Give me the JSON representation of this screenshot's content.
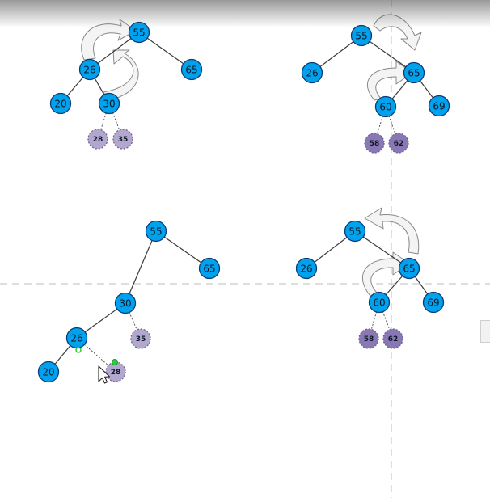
{
  "colors": {
    "node_fill": "#00a2ed",
    "node_stroke": "#0a3b78",
    "node_text": "#0b1a2a",
    "ghost_light_fill": "#b3a7cd",
    "ghost_dark_fill": "#8a78b5",
    "ghost_stroke": "#6e6490",
    "edge": "#3a3a3a",
    "arrow_fill": "#f4f4f4",
    "arrow_stroke": "#888888",
    "guide": "#bdbdbd",
    "cursor": "#ffffff",
    "handle": "#2ecc40"
  },
  "diagrams": [
    {
      "id": "top-left",
      "nodes": [
        {
          "key": "n55",
          "label": "55",
          "style": "solid"
        },
        {
          "key": "n26",
          "label": "26",
          "style": "solid"
        },
        {
          "key": "n65",
          "label": "65",
          "style": "solid"
        },
        {
          "key": "n20",
          "label": "20",
          "style": "solid"
        },
        {
          "key": "n30",
          "label": "30",
          "style": "solid"
        },
        {
          "key": "n28",
          "label": "28",
          "style": "ghost-light"
        },
        {
          "key": "n35",
          "label": "35",
          "style": "ghost-light"
        }
      ],
      "edges": [
        {
          "from": "n55",
          "to": "n26",
          "style": "solid"
        },
        {
          "from": "n55",
          "to": "n65",
          "style": "solid"
        },
        {
          "from": "n26",
          "to": "n20",
          "style": "solid"
        },
        {
          "from": "n26",
          "to": "n30",
          "style": "solid"
        },
        {
          "from": "n30",
          "to": "n28",
          "style": "dotted"
        },
        {
          "from": "n30",
          "to": "n35",
          "style": "dotted"
        }
      ],
      "arrows": [
        "rotate-right-top",
        "rotate-left-lower"
      ]
    },
    {
      "id": "top-right",
      "nodes": [
        {
          "key": "n55",
          "label": "55",
          "style": "solid"
        },
        {
          "key": "n26",
          "label": "26",
          "style": "solid"
        },
        {
          "key": "n65",
          "label": "65",
          "style": "solid"
        },
        {
          "key": "n60",
          "label": "60",
          "style": "solid"
        },
        {
          "key": "n69",
          "label": "69",
          "style": "solid"
        },
        {
          "key": "n58",
          "label": "58",
          "style": "ghost-dark"
        },
        {
          "key": "n62",
          "label": "62",
          "style": "ghost-dark"
        }
      ],
      "edges": [
        {
          "from": "n55",
          "to": "n26",
          "style": "solid"
        },
        {
          "from": "n55",
          "to": "n65",
          "style": "solid"
        },
        {
          "from": "n65",
          "to": "n60",
          "style": "solid"
        },
        {
          "from": "n65",
          "to": "n69",
          "style": "solid"
        },
        {
          "from": "n60",
          "to": "n58",
          "style": "dotted"
        },
        {
          "from": "n60",
          "to": "n62",
          "style": "dotted"
        }
      ],
      "arrows": [
        "rotate-left-top",
        "rotate-right-lower"
      ]
    },
    {
      "id": "bottom-left",
      "nodes": [
        {
          "key": "n55",
          "label": "55",
          "style": "solid"
        },
        {
          "key": "n65",
          "label": "65",
          "style": "solid"
        },
        {
          "key": "n30",
          "label": "30",
          "style": "solid"
        },
        {
          "key": "n26",
          "label": "26",
          "style": "solid"
        },
        {
          "key": "n35",
          "label": "35",
          "style": "ghost-light"
        },
        {
          "key": "n20",
          "label": "20",
          "style": "solid"
        },
        {
          "key": "n28",
          "label": "28",
          "style": "ghost-light"
        }
      ],
      "edges": [
        {
          "from": "n55",
          "to": "n30",
          "style": "solid"
        },
        {
          "from": "n55",
          "to": "n65",
          "style": "solid"
        },
        {
          "from": "n30",
          "to": "n26",
          "style": "solid"
        },
        {
          "from": "n30",
          "to": "n35",
          "style": "dotted"
        },
        {
          "from": "n26",
          "to": "n20",
          "style": "solid"
        },
        {
          "from": "n26",
          "to": "n28",
          "style": "dotted"
        }
      ],
      "arrows": []
    },
    {
      "id": "bottom-right",
      "nodes": [
        {
          "key": "n55",
          "label": "55",
          "style": "solid"
        },
        {
          "key": "n26",
          "label": "26",
          "style": "solid"
        },
        {
          "key": "n65",
          "label": "65",
          "style": "solid"
        },
        {
          "key": "n60",
          "label": "60",
          "style": "solid"
        },
        {
          "key": "n69",
          "label": "69",
          "style": "solid"
        },
        {
          "key": "n58",
          "label": "58",
          "style": "ghost-dark"
        },
        {
          "key": "n62",
          "label": "62",
          "style": "ghost-dark"
        }
      ],
      "edges": [
        {
          "from": "n55",
          "to": "n26",
          "style": "solid"
        },
        {
          "from": "n55",
          "to": "n65",
          "style": "solid"
        },
        {
          "from": "n65",
          "to": "n60",
          "style": "solid"
        },
        {
          "from": "n65",
          "to": "n69",
          "style": "solid"
        },
        {
          "from": "n60",
          "to": "n58",
          "style": "dotted"
        },
        {
          "from": "n60",
          "to": "n62",
          "style": "dotted"
        }
      ],
      "arrows": [
        "rotate-left-top",
        "rotate-right-lower"
      ]
    }
  ]
}
